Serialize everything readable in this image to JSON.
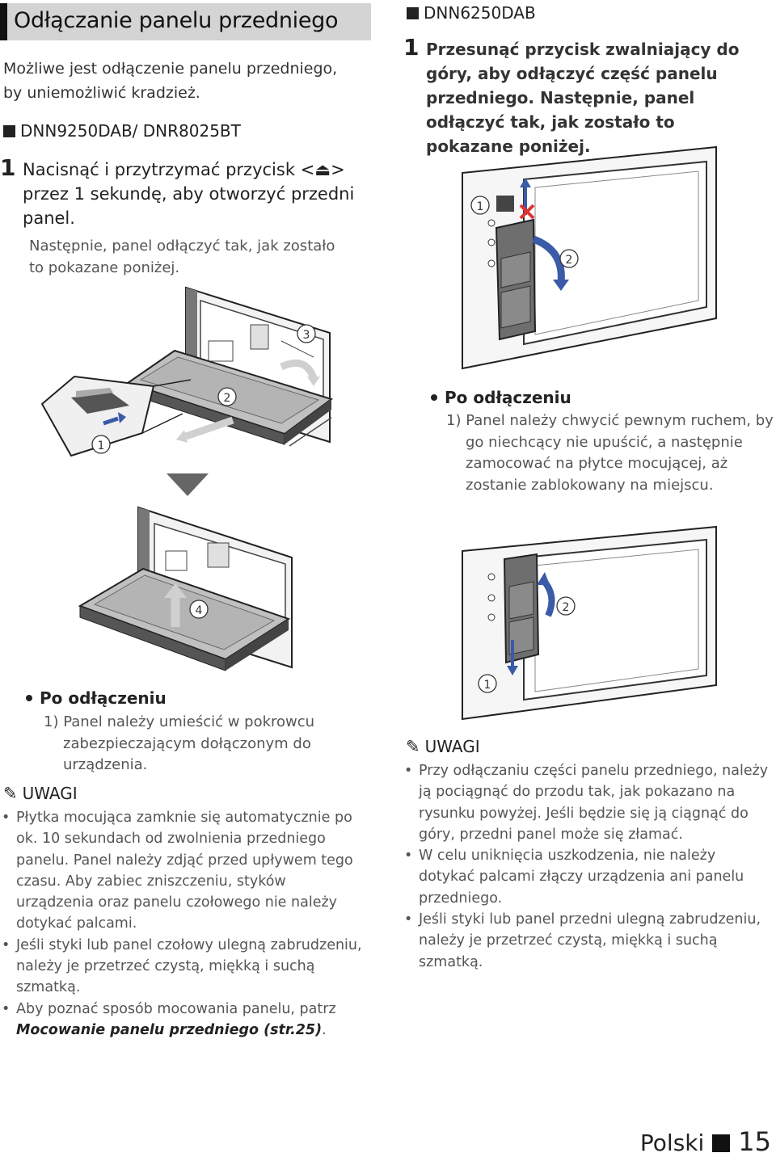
{
  "section": {
    "title": "Odłączanie panelu przedniego",
    "intro": "Możliwe jest odłączenie panelu przedniego, by uniemożliwić kradzież."
  },
  "left": {
    "model": "DNN9250DAB/ DNR8025BT",
    "step_num": "1",
    "step_text": "Nacisnąć i przytrzymać przycisk <⏏> przez 1 sekundę, aby otworzyć przedni panel.",
    "step_note": "Następnie, panel odłączyć tak, jak zostało to pokazane poniżej.",
    "callouts": [
      "①",
      "②",
      "③",
      "④"
    ],
    "after": {
      "title": "Po odłączeniu",
      "items": [
        "1) Panel należy umieścić w pokrowcu zabezpieczającym dołączonym do urządzenia."
      ]
    },
    "uwagi": {
      "title": "UWAGI",
      "items": [
        "Płytka mocująca zamknie się automatycznie po ok. 10 sekundach od zwolnienia przedniego panelu. Panel należy zdjąć przed upływem tego czasu. Aby zabiec zniszczeniu, styków urządzenia oraz panelu czołowego nie należy dotykać palcami.",
        "Jeśli styki lub panel czołowy ulegną zabrudzeniu, należy je przetrzeć czystą, miękką i suchą szmatką."
      ],
      "last_prefix": "Aby poznać sposób mocowania panelu, patrz",
      "last_link": "Mocowanie panelu przedniego (str.25)",
      "last_suffix": "."
    }
  },
  "right": {
    "model": "DNN6250DAB",
    "step_num": "1",
    "step_text": "Przesunąć przycisk zwalniający do góry, aby odłączyć część panelu przedniego. Następnie, panel odłączyć tak, jak zostało to pokazane poniżej.",
    "callouts": [
      "①",
      "②"
    ],
    "after": {
      "title": "Po odłączeniu",
      "items": [
        "1) Panel należy chwycić pewnym ruchem, by go niechcący nie upuścić, a następnie zamocować na płytce mocującej, aż zostanie zablokowany na miejscu."
      ]
    },
    "uwagi": {
      "title": "UWAGI",
      "items": [
        "Przy odłączaniu części panelu przedniego, należy ją pociągnąć do przodu tak, jak pokazano na rysunku powyżej. Jeśli będzie się ją ciągnąć do góry, przedni panel może się złamać.",
        "W celu uniknięcia uszkodzenia, nie należy dotykać palcami złączy urządzenia ani panelu przedniego.",
        "Jeśli styki lub panel przedni ulegną zabrudzeniu, należy je przetrzeć czystą, miękką i suchą szmatką."
      ]
    }
  },
  "footer": {
    "language": "Polski",
    "page": "15"
  }
}
